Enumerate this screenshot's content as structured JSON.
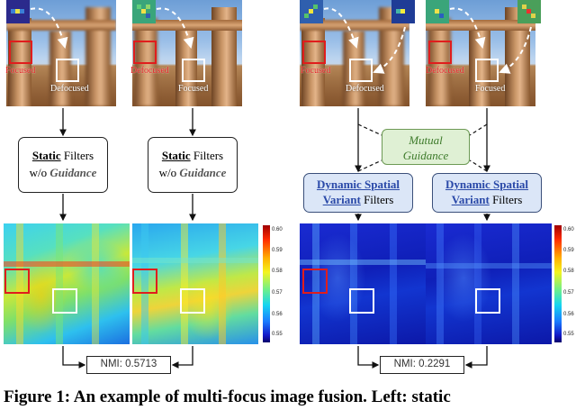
{
  "panels": {
    "top_left": {
      "focused_label": "Focused",
      "defocused_label": "Defocused"
    },
    "top_second": {
      "defocused_label": "Defocused",
      "focused_label": "Focused"
    },
    "top_third": {
      "focused_label": "Focused",
      "defocused_label": "Defocused"
    },
    "top_fourth": {
      "defocused_label": "Defocused",
      "focused_label": "Focused"
    }
  },
  "filters": {
    "static_bold": "Static",
    "static_rest": " Filters",
    "wo": "w/o ",
    "guidance": "Guidance",
    "dyn_line1": "Dynamic Spatial",
    "dyn_line2_bold": "Variant",
    "dyn_line2_rest": " Filters"
  },
  "mutual": {
    "line1": "Mutual",
    "line2": "Guidance"
  },
  "colorbar_ticks": [
    "0.60",
    "0.59",
    "0.58",
    "0.57",
    "0.56",
    "0.55"
  ],
  "nmi": {
    "left": "NMI: 0.5713",
    "right": "NMI: 0.2291"
  },
  "caption": "Figure 1: An example of multi-focus image fusion. Left: static"
}
